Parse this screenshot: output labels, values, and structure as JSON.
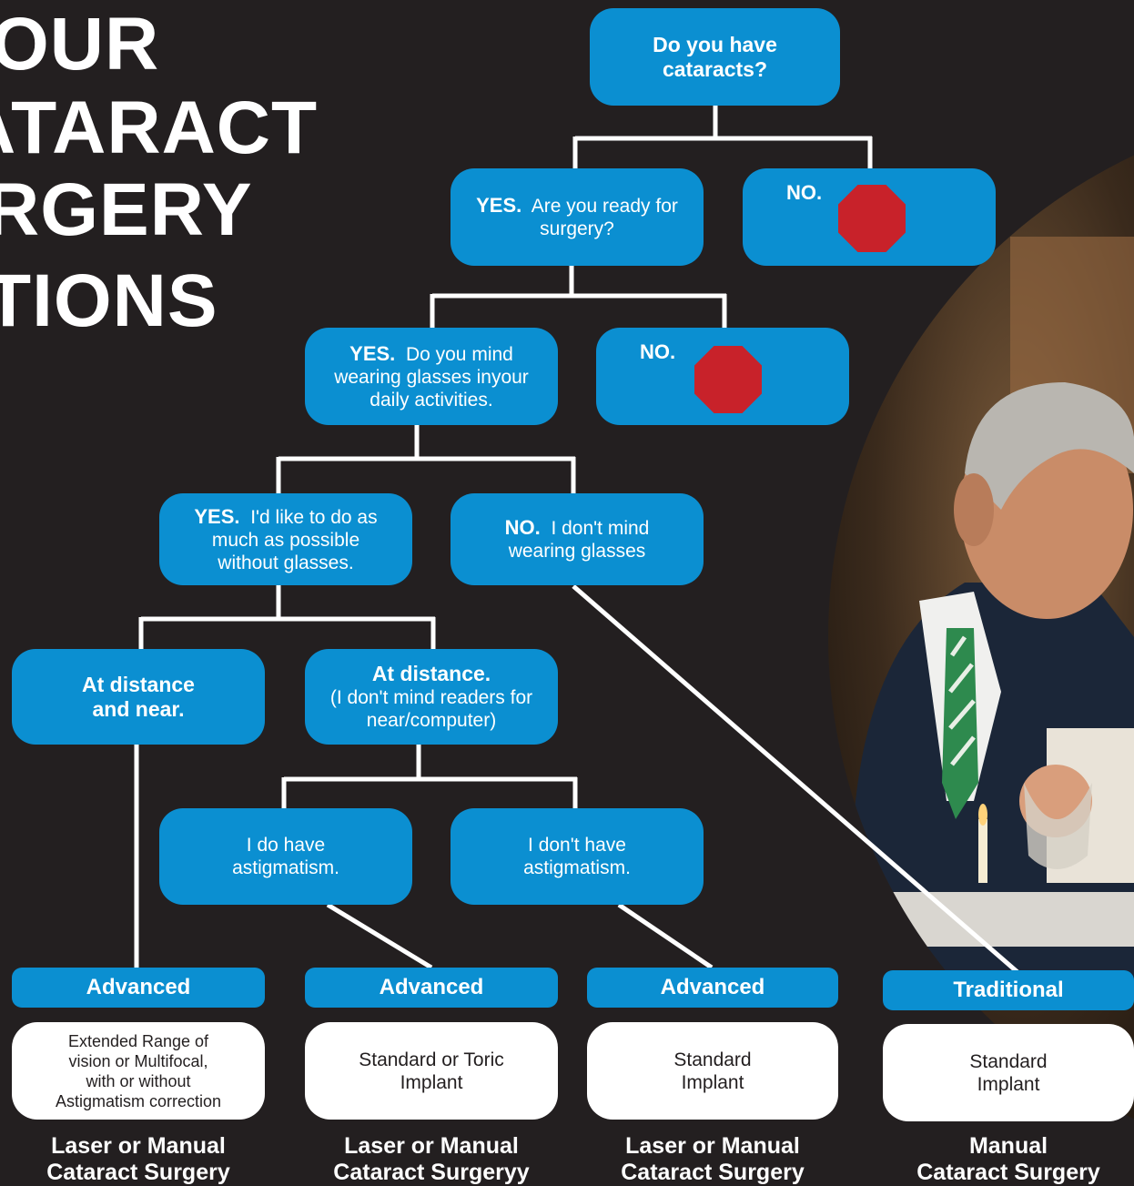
{
  "title_lines": [
    "OUR",
    "ATARACT",
    "RGERY",
    "TIONS"
  ],
  "question_cataracts": "Do you have cataracts?",
  "ready": {
    "yes": "YES.",
    "text": "Are you ready for surgery?",
    "no": "NO."
  },
  "glasses": {
    "yes": "YES.",
    "text": "Do you mind wearing glasses inyour daily activities.",
    "no": "NO."
  },
  "without_glasses": {
    "yes": "YES.",
    "text": "I'd like to do as much as possible without glasses."
  },
  "dont_mind": {
    "no": "NO.",
    "text": "I don't mind wearing glasses"
  },
  "distance_near": "At distance and near.",
  "distance": {
    "title": "At distance.",
    "text": "(I don't mind readers for near/computer)"
  },
  "astig_yes": "I do have astigmatism.",
  "astig_no": "I don't have astigmatism.",
  "outcomes": [
    {
      "tier": "Advanced",
      "implant": [
        "Extended Range of",
        "vision or Multifocal,",
        "with or without",
        "Astigmatism correction"
      ],
      "surgery": [
        "Laser or Manual",
        "Cataract Surgery"
      ]
    },
    {
      "tier": "Advanced",
      "implant": [
        "Standard or Toric",
        "Implant"
      ],
      "surgery": [
        "Laser or Manual",
        "Cataract Surgeryy"
      ]
    },
    {
      "tier": "Advanced",
      "implant": [
        "Standard",
        "Implant"
      ],
      "surgery": [
        "Laser or Manual",
        "Cataract Surgery"
      ]
    },
    {
      "tier": "Traditional",
      "implant": [
        "Standard",
        "Implant"
      ],
      "surgery": [
        "Manual",
        "Cataract Surgery"
      ]
    }
  ],
  "colors": {
    "background": "#231f20",
    "box": "#0b8fd1",
    "stop": "#c8222a",
    "card": "#ffffff"
  }
}
